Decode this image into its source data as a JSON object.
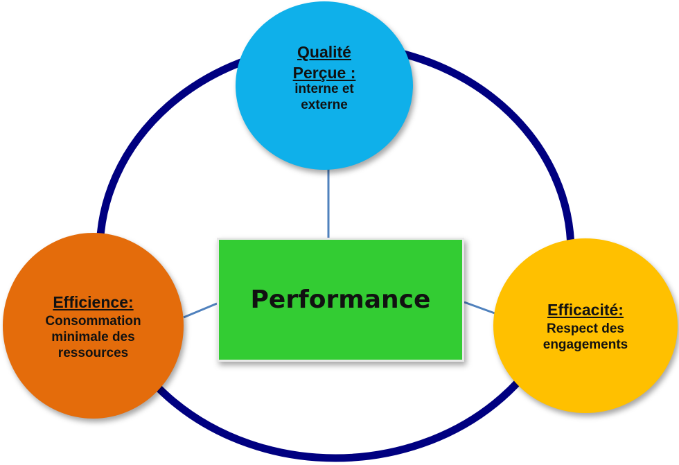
{
  "center": {
    "label": "Performance"
  },
  "nodes": {
    "qualite": {
      "title_line1": "Qualité",
      "title_line2": "Perçue :",
      "desc": "interne et externe"
    },
    "efficience": {
      "title": "Efficience:",
      "desc": "Consommation minimale des ressources"
    },
    "efficacite": {
      "title": "Efficacité:",
      "desc": "Respect des engagements"
    }
  },
  "colors": {
    "ring": "#000080",
    "connector": "#4f81bd",
    "qualite": "#0fb0ea",
    "efficience": "#e46c0b",
    "efficacite": "#ffc000",
    "center": "#33cc33"
  }
}
